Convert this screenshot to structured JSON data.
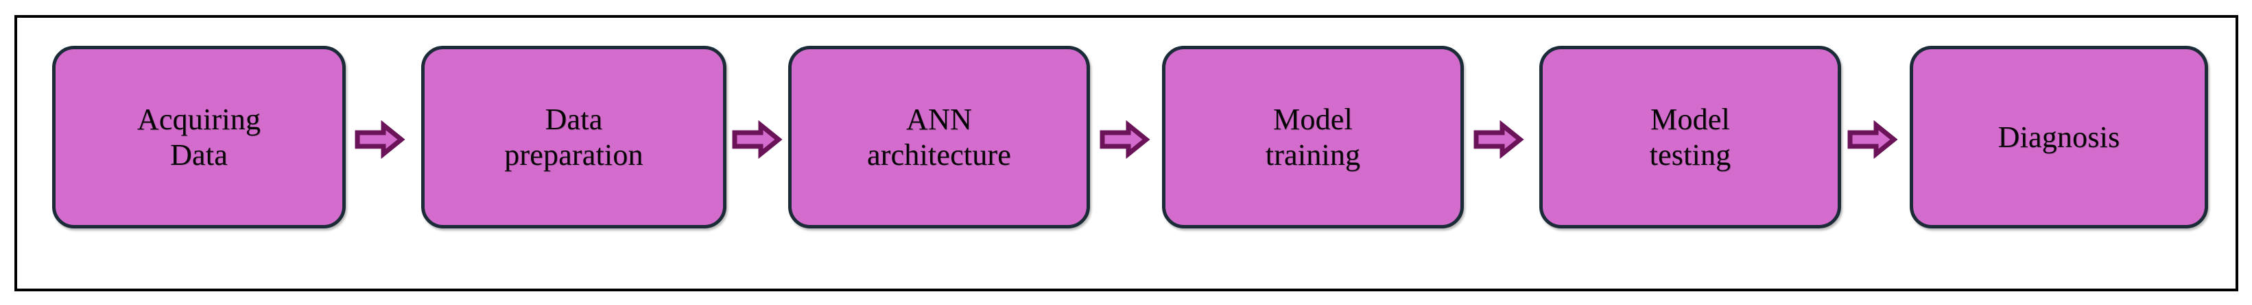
{
  "figure": {
    "kind": "process-flow-diagram",
    "orientation": "left-to-right",
    "frame_border_color": "#000000",
    "background_color": "#ffffff",
    "node_fill_color": "#d46ccd",
    "node_border_color": "#1c2b38",
    "arrow_fill_color": "#d46ccd",
    "arrow_border_color": "#6a1358",
    "label_color": "#050505"
  },
  "nodes": [
    {
      "id": "acquiring-data",
      "label": "Acquiring\nData",
      "step": 1
    },
    {
      "id": "data-preparation",
      "label": "Data\npreparation",
      "step": 2
    },
    {
      "id": "ann-architecture",
      "label": "ANN\narchitecture",
      "step": 3
    },
    {
      "id": "model-training",
      "label": "Model\ntraining",
      "step": 4
    },
    {
      "id": "model-testing",
      "label": "Model\ntesting",
      "step": 5
    },
    {
      "id": "diagnosis",
      "label": "Diagnosis",
      "step": 6
    }
  ],
  "arrows": [
    {
      "id": "arrow-acquiring-to-preparation",
      "icon": "block-arrow-right-icon",
      "from": "acquiring-data",
      "to": "data-preparation"
    },
    {
      "id": "arrow-preparation-to-ann",
      "icon": "block-arrow-right-icon",
      "from": "data-preparation",
      "to": "ann-architecture"
    },
    {
      "id": "arrow-ann-to-training",
      "icon": "block-arrow-right-icon",
      "from": "ann-architecture",
      "to": "model-training"
    },
    {
      "id": "arrow-training-to-testing",
      "icon": "block-arrow-right-icon",
      "from": "model-training",
      "to": "model-testing"
    },
    {
      "id": "arrow-testing-to-diagnosis",
      "icon": "block-arrow-right-icon",
      "from": "model-testing",
      "to": "diagnosis"
    }
  ]
}
